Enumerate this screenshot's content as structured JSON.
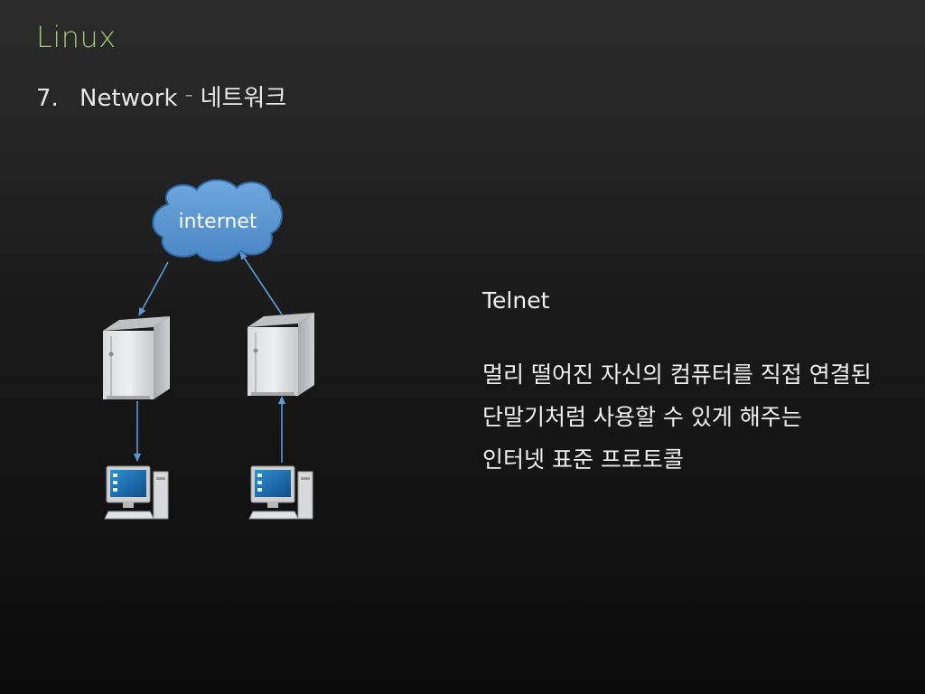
{
  "slide": {
    "title": "Linux",
    "subtitle_number": "7.",
    "subtitle_text": "Network",
    "subtitle_separator": "–",
    "subtitle_korean": "네트워크"
  },
  "diagram": {
    "cloud_label": "internet",
    "cloud_color": "#5b9bd5",
    "arrow_color": "#5b9bd5"
  },
  "description": {
    "heading": "Telnet",
    "lines": [
      "멀리 떨어진 자신의 컴퓨터를 직접 연결된",
      "단말기처럼 사용할 수 있게 해주는",
      "인터넷 표준 프로토콜"
    ]
  }
}
